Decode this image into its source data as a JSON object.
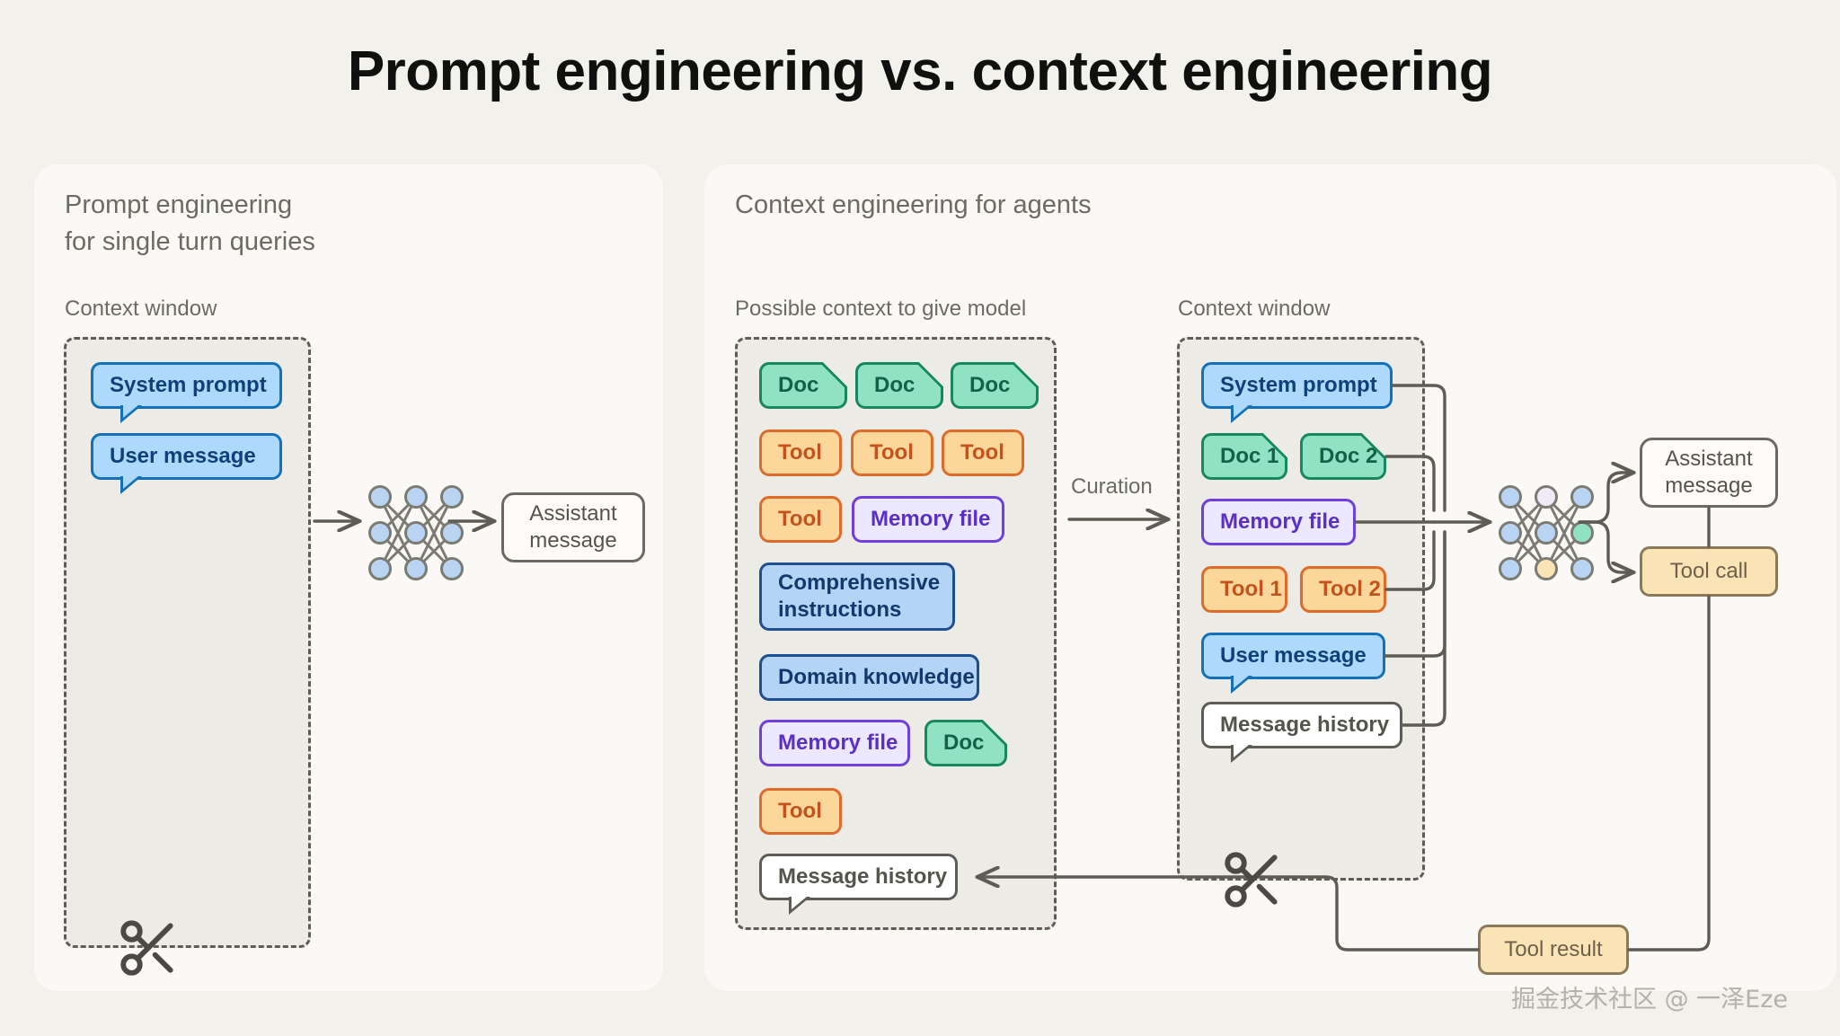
{
  "page": {
    "title": "Prompt engineering vs. context engineering",
    "bg_color": "#f2f1ec",
    "card_color": "#faf9f5",
    "watermark": "掘金技术社区 @ 一泽Eze"
  },
  "colors": {
    "blue_fill": "#addafc",
    "blue_border": "#1471b8",
    "blue2_fill": "#b3d4f5",
    "blue2_border": "#1e4f91",
    "green_fill": "#8fe3c4",
    "green_border": "#17875f",
    "orange_fill": "#fcd79b",
    "orange_border": "#dd6b2c",
    "purple_fill": "#ece8ff",
    "purple_border": "#6f3fdd",
    "white_fill": "#ffffff",
    "white_border": "#5d5c55",
    "tan_fill": "#fae3b5",
    "tan_border": "#8a7a5a",
    "dashed_border": "#5d5c55",
    "label_text": "#6b6b63"
  },
  "left_panel": {
    "title": "Prompt engineering\nfor single turn queries",
    "context_window_label": "Context window",
    "context_items": [
      {
        "label": "System prompt",
        "style": "blue",
        "shape": "bubble"
      },
      {
        "label": "User message",
        "style": "blue",
        "shape": "bubble"
      }
    ],
    "model_icon": "neural-network-icon",
    "output": {
      "label": "Assistant\nmessage",
      "style": "plain"
    },
    "truncation_icon": "scissors-icon"
  },
  "right_panel": {
    "title": "Context engineering for agents",
    "possible_context_label": "Possible context to give model",
    "context_window_label": "Context window",
    "curation_label": "Curation",
    "possible_context_items": [
      {
        "label": "Doc",
        "style": "green",
        "shape": "doc"
      },
      {
        "label": "Doc",
        "style": "green",
        "shape": "doc"
      },
      {
        "label": "Doc",
        "style": "green",
        "shape": "doc"
      },
      {
        "label": "Tool",
        "style": "orange",
        "shape": "box"
      },
      {
        "label": "Tool",
        "style": "orange",
        "shape": "box"
      },
      {
        "label": "Tool",
        "style": "orange",
        "shape": "box"
      },
      {
        "label": "Tool",
        "style": "orange",
        "shape": "box"
      },
      {
        "label": "Memory file",
        "style": "purple",
        "shape": "box"
      },
      {
        "label": "Comprehensive\ninstructions",
        "style": "blue2",
        "shape": "box"
      },
      {
        "label": "Domain knowledge",
        "style": "blue2",
        "shape": "box"
      },
      {
        "label": "Memory file",
        "style": "purple",
        "shape": "box"
      },
      {
        "label": "Doc",
        "style": "green",
        "shape": "doc"
      },
      {
        "label": "Tool",
        "style": "orange",
        "shape": "box"
      },
      {
        "label": "Message history",
        "style": "white",
        "shape": "bubble"
      }
    ],
    "context_window_items": [
      {
        "label": "System prompt",
        "style": "blue",
        "shape": "bubble"
      },
      {
        "label": "Doc 1",
        "style": "green",
        "shape": "doc"
      },
      {
        "label": "Doc 2",
        "style": "green",
        "shape": "doc"
      },
      {
        "label": "Memory file",
        "style": "purple",
        "shape": "box"
      },
      {
        "label": "Tool 1",
        "style": "orange",
        "shape": "box"
      },
      {
        "label": "Tool 2",
        "style": "orange",
        "shape": "box"
      },
      {
        "label": "User message",
        "style": "blue",
        "shape": "bubble"
      },
      {
        "label": "Message history",
        "style": "white",
        "shape": "bubble"
      }
    ],
    "model_icon": "neural-network-icon",
    "outputs": [
      {
        "label": "Assistant\nmessage",
        "style": "plain"
      },
      {
        "label": "Tool call",
        "style": "tan"
      }
    ],
    "tool_result": {
      "label": "Tool result",
      "style": "tan"
    },
    "truncation_icon": "scissors-icon"
  }
}
